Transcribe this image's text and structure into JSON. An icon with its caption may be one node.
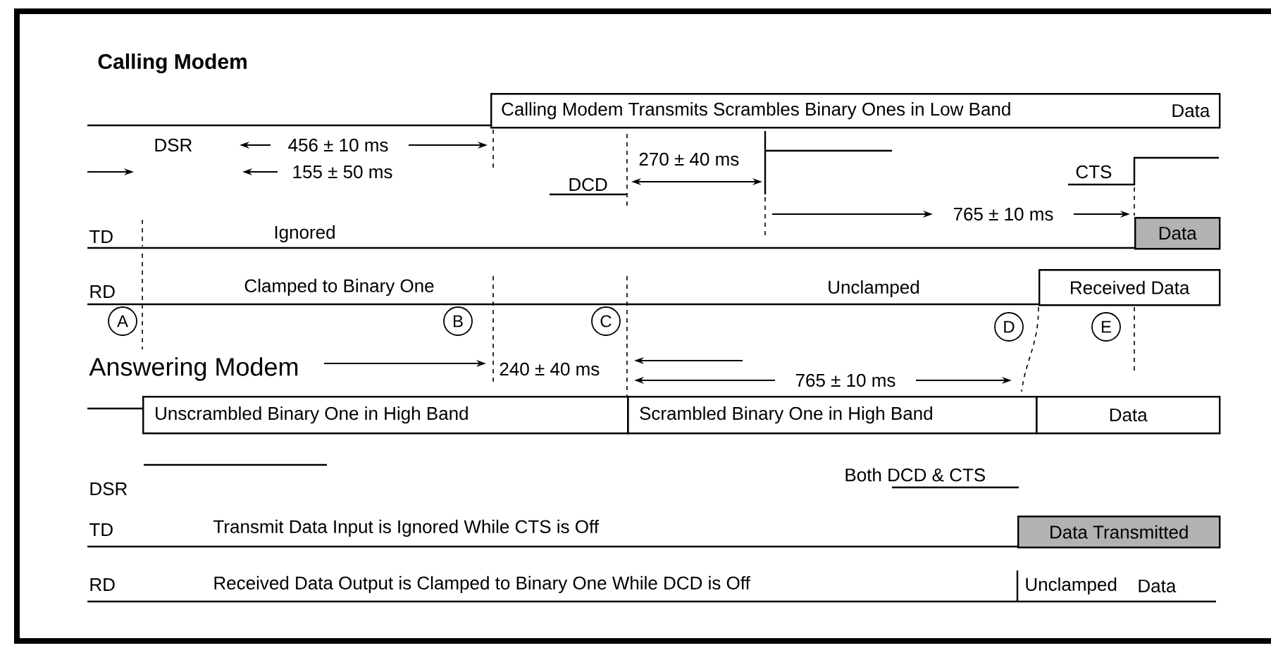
{
  "diagram": {
    "nodes": [
      {
        "text": [
          "Calling Modem Transmits Scrambles Binary Ones in Low Band",
          "Data"
        ]
      },
      {
        "text": [
          "Data"
        ]
      },
      {
        "text": [
          "Received Data"
        ]
      },
      {
        "text": [
          "A"
        ]
      },
      {
        "text": [
          "B"
        ]
      },
      {
        "text": [
          "C"
        ]
      },
      {
        "text": [
          "D"
        ]
      },
      {
        "text": [
          "E"
        ]
      },
      {
        "text": [
          "Unscrambled Binary One in High Band"
        ]
      },
      {
        "text": [
          "Scrambled Binary One in High Band"
        ]
      },
      {
        "text": [
          "Data"
        ]
      },
      {
        "text": [
          "Data Transmitted"
        ]
      }
    ],
    "labels": [
      "Calling Modem",
      "DSR",
      "456 ± 10 ms",
      "270 ± 40 ms",
      "155 ± 50 ms",
      "DCD",
      "CTS",
      "765 ± 10 ms",
      "TD",
      "Ignored",
      "RD",
      "Clamped to Binary One",
      "Unclamped",
      "Answering Modem",
      "240 ± 40 ms",
      "765 ± 10 ms",
      "DSR",
      "Both DCD & CTS",
      "TD",
      "Transmit Data Input is Ignored While CTS is Off",
      "RD",
      "Received Data Output is Clamped to Binary One While DCD is Off",
      "Unclamped",
      "Data"
    ]
  }
}
